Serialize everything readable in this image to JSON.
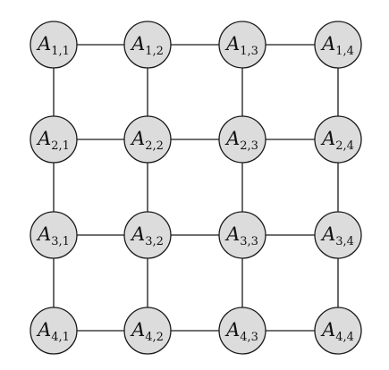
{
  "diagram": {
    "type": "grid-graph",
    "colors": {
      "node_fill": "#dcdcdc",
      "stroke": "#1a1a1a",
      "background": "#ffffff"
    },
    "nodes": [
      [
        {
          "letter": "A",
          "subscript": "1,1"
        },
        {
          "letter": "A",
          "subscript": "1,2"
        },
        {
          "letter": "A",
          "subscript": "1,3"
        },
        {
          "letter": "A",
          "subscript": "1,4"
        }
      ],
      [
        {
          "letter": "A",
          "subscript": "2,1"
        },
        {
          "letter": "A",
          "subscript": "2,2"
        },
        {
          "letter": "A",
          "subscript": "2,3"
        },
        {
          "letter": "A",
          "subscript": "2,4"
        }
      ],
      [
        {
          "letter": "A",
          "subscript": "3,1"
        },
        {
          "letter": "A",
          "subscript": "3,2"
        },
        {
          "letter": "A",
          "subscript": "3,3"
        },
        {
          "letter": "A",
          "subscript": "3,4"
        }
      ],
      [
        {
          "letter": "A",
          "subscript": "4,1"
        },
        {
          "letter": "A",
          "subscript": "4,2"
        },
        {
          "letter": "A",
          "subscript": "4,3"
        },
        {
          "letter": "A",
          "subscript": "4,4"
        }
      ]
    ]
  }
}
